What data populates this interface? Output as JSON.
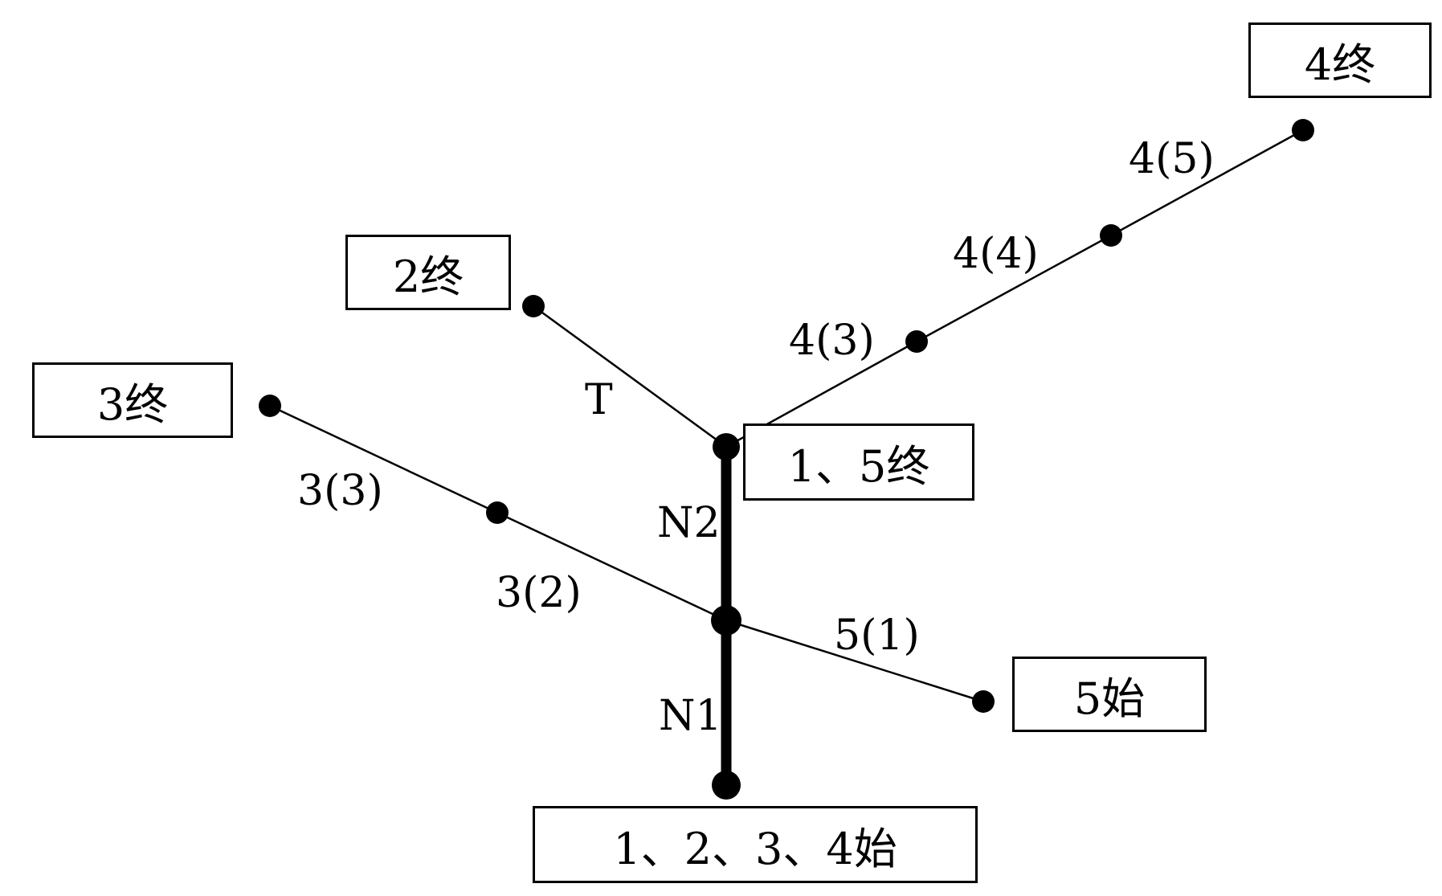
{
  "boxes": {
    "end_4": "4终",
    "end_2": "2终",
    "end_3": "3终",
    "end_1_5": "1、5终",
    "start_5": "5始",
    "start_1_2_3_4": "1、2、3、4始"
  },
  "segments": {
    "s4_5": "4(5)",
    "s4_4": "4(4)",
    "s4_3": "4(3)",
    "t": "T",
    "s3_3": "3(3)",
    "s3_2": "3(2)",
    "n2": "N2",
    "n1": "N1",
    "s5_1": "5(1)"
  },
  "colors": {
    "line": "#000000",
    "background": "#ffffff"
  }
}
